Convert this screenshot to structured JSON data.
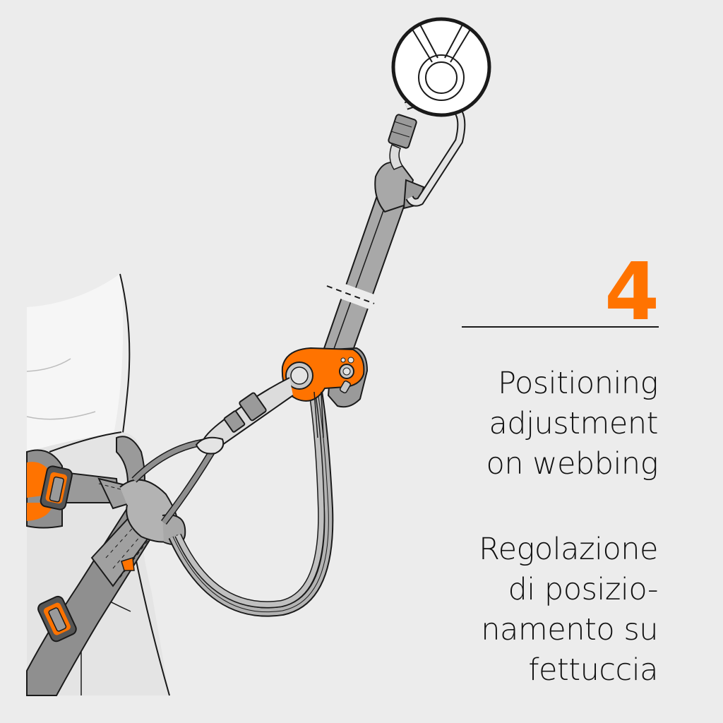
{
  "step": {
    "number": "4",
    "accent_color": "#ff7300"
  },
  "caption": {
    "english": {
      "lines": [
        "Positioning",
        "adjustment",
        "on webbing"
      ]
    },
    "italian": {
      "lines": [
        "Regolazione",
        "di posizio-",
        "namento su",
        "fettuccia"
      ]
    }
  },
  "illustration": {
    "subject": "lanyard with adjuster attached to harness belay loop, connected via carabiner to anchor",
    "elements": [
      "anchor-detail-inset",
      "locking-carabiner",
      "lanyard-webbing",
      "cut-mark",
      "rope-adjuster",
      "connector-carabiner",
      "harness",
      "lanyard-loop"
    ],
    "colors": {
      "background": "#ececec",
      "webbing": "#b3b3b3",
      "webbing_dark": "#8f8f8f",
      "harness_orange": "#ff7300",
      "body": "#f5f5f5",
      "outline": "#1a1a1a"
    }
  }
}
